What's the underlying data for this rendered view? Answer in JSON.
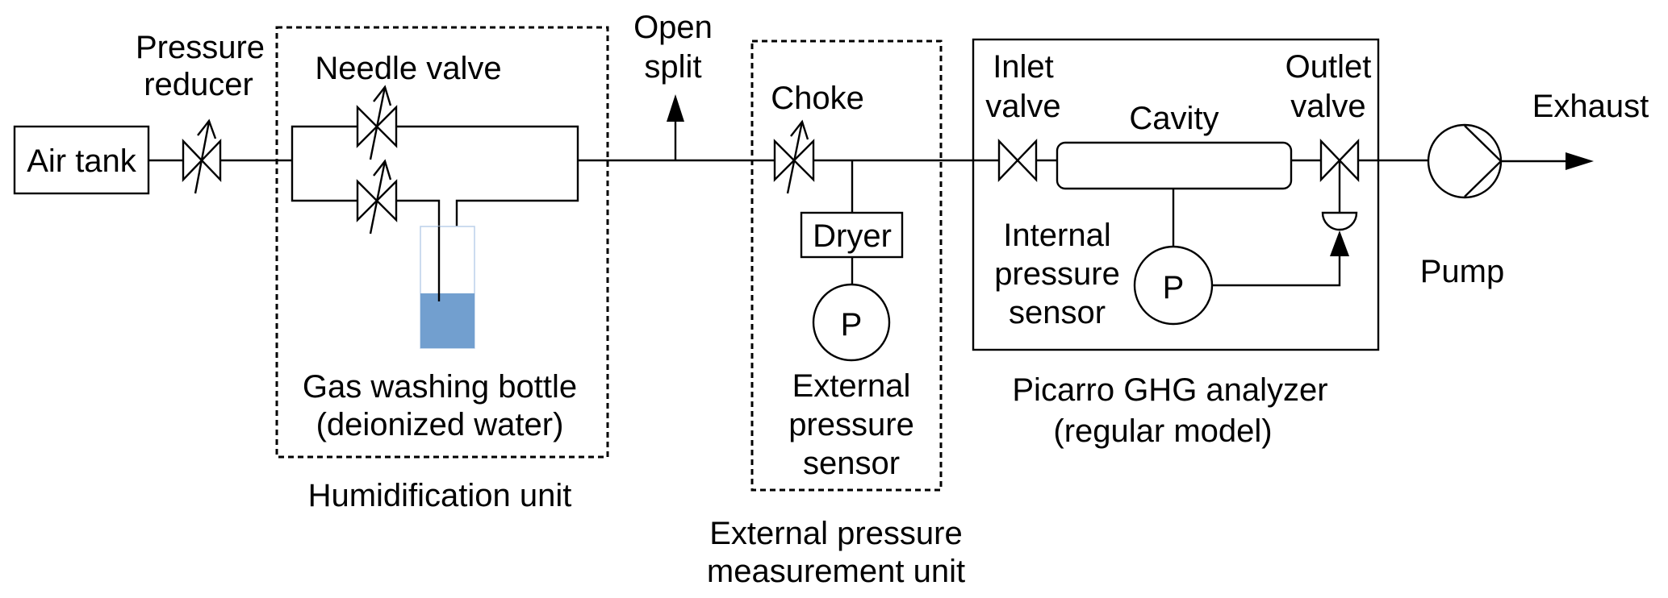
{
  "diagram": {
    "title_components": {
      "air_tank": "Air tank",
      "pressure_reducer": [
        "Pressure",
        "reducer"
      ],
      "needle_valve": "Needle valve",
      "gas_washing_bottle": [
        "Gas washing bottle",
        "(deionized water)"
      ],
      "humidification_unit": "Humidification unit",
      "open_split": [
        "Open",
        "split"
      ],
      "choke": "Choke",
      "dryer": "Dryer",
      "external_sensor_symbol": "P",
      "external_pressure_sensor": [
        "External",
        "pressure",
        "sensor"
      ],
      "external_unit": [
        "External pressure",
        "measurement unit"
      ],
      "inlet_valve": [
        "Inlet",
        "valve"
      ],
      "cavity": "Cavity",
      "outlet_valve": [
        "Outlet",
        "valve"
      ],
      "internal_sensor_symbol": "P",
      "internal_pressure_sensor": [
        "Internal",
        "pressure",
        "sensor"
      ],
      "picarro": [
        "Picarro GHG analyzer",
        "(regular model)"
      ],
      "exhaust": "Exhaust",
      "pump": "Pump"
    },
    "colors": {
      "water": "#729fcf",
      "bottle_outline": "#bcd0ea",
      "line": "#000000"
    }
  }
}
